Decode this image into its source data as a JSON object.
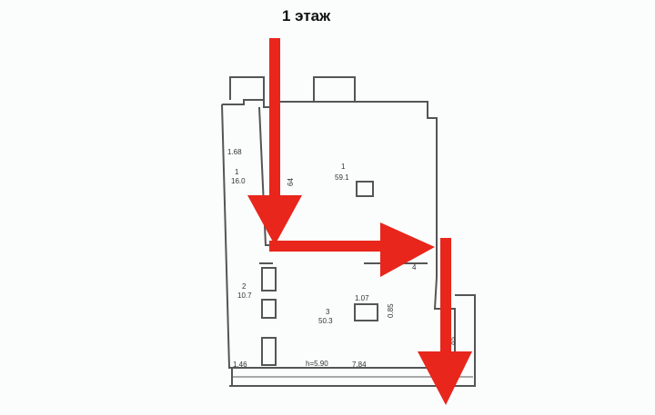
{
  "title": "1 этаж",
  "rooms": [
    {
      "number": "1",
      "area": "16.0"
    },
    {
      "number": "1",
      "area": "59.1"
    },
    {
      "number": "2",
      "area": "10.7"
    },
    {
      "number": "3",
      "area": "50.3"
    },
    {
      "number": "4"
    }
  ],
  "dimensions": {
    "d1": "1.68",
    "d2": "64",
    "d3": "1.07",
    "d4": "0.85",
    "d5": "1.46",
    "d6": "h=5.90",
    "d7": "7.84",
    "d8": "85"
  },
  "colors": {
    "arrow": "#e8261c",
    "wall": "#555555"
  }
}
